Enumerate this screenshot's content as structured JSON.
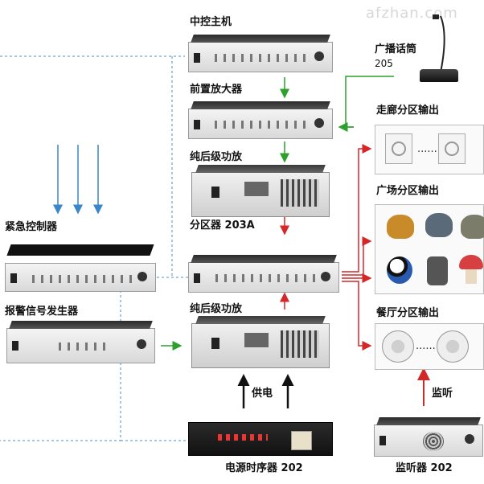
{
  "watermark": "afzhan.com",
  "labels": {
    "central_host": "中控主机",
    "preamplifier": "前置放大器",
    "power_amp_top": "纯后级功放",
    "zoner": "分区器 203A",
    "power_amp_bottom": "纯后级功放",
    "emergency_controller": "紧急控制器",
    "alarm_generator": "报警信号发生器",
    "broadcast_mic": "广播话筒",
    "broadcast_mic_model": "205",
    "corridor_zone": "走廊分区输出",
    "square_zone": "广场分区输出",
    "restaurant_zone": "餐厅分区输出",
    "power_supply": "供电",
    "monitor": "监听",
    "power_sequencer": "电源时序器 202",
    "monitor_device": "监听器 202",
    "dots": "......"
  },
  "colors": {
    "green_arrow": "#2ca02c",
    "red_arrow": "#d62728",
    "blue_arrow": "#3a86c8",
    "black_arrow": "#111111",
    "dashed_line": "#4a90c8",
    "rock_colors": [
      "#c98a2a",
      "#5a6a78",
      "#7c7c6a",
      "#a88b5a"
    ]
  },
  "icons": [
    "microphone-icon",
    "box-speaker-icon",
    "ceiling-speaker-icon",
    "rock-speaker-icon",
    "panda-speaker-icon",
    "mushroom-speaker-icon"
  ]
}
